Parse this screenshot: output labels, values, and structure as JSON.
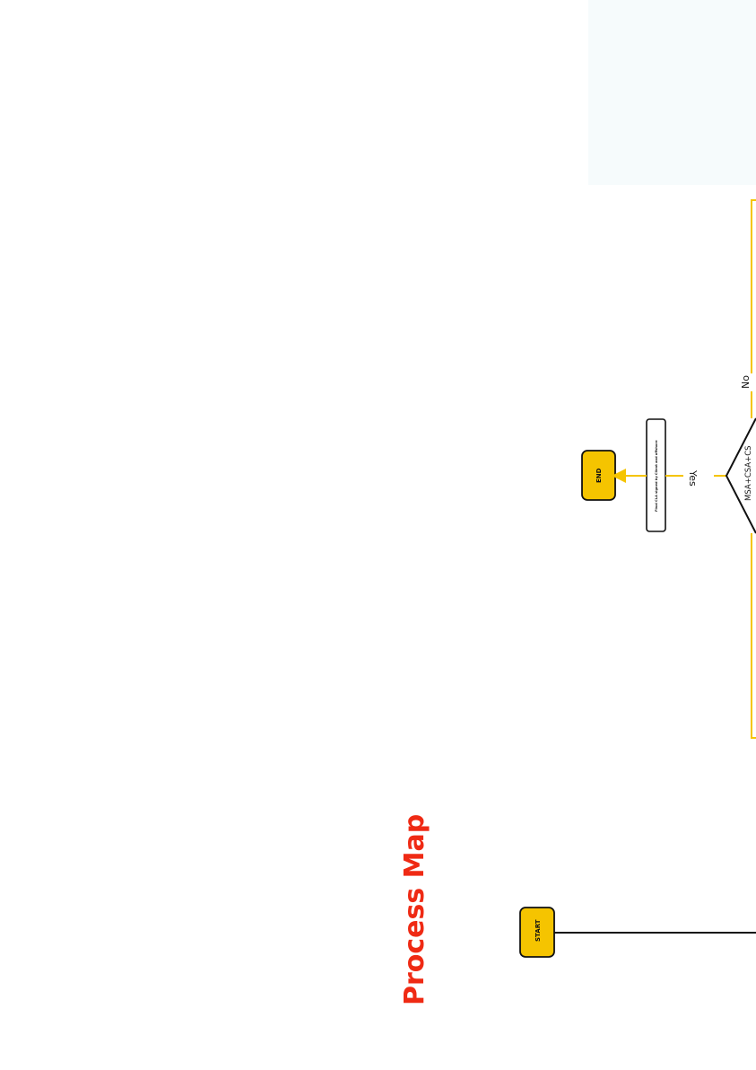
{
  "title": "Process Map",
  "colors": {
    "title": "#ef2a14",
    "terminal_fill": "#f5c400",
    "connector_yellow": "#f5c400",
    "connector_black": "#111111",
    "panel": "#f6fbfc"
  },
  "nodes": {
    "start": {
      "label": "START"
    },
    "end": {
      "label": "END"
    },
    "process_box": {
      "label": "Final CLA signed by Client and offshore"
    },
    "decision": {
      "label": "MSA+CSA+CS"
    }
  },
  "edges": {
    "yes_label": "Yes",
    "no_label": "No"
  }
}
